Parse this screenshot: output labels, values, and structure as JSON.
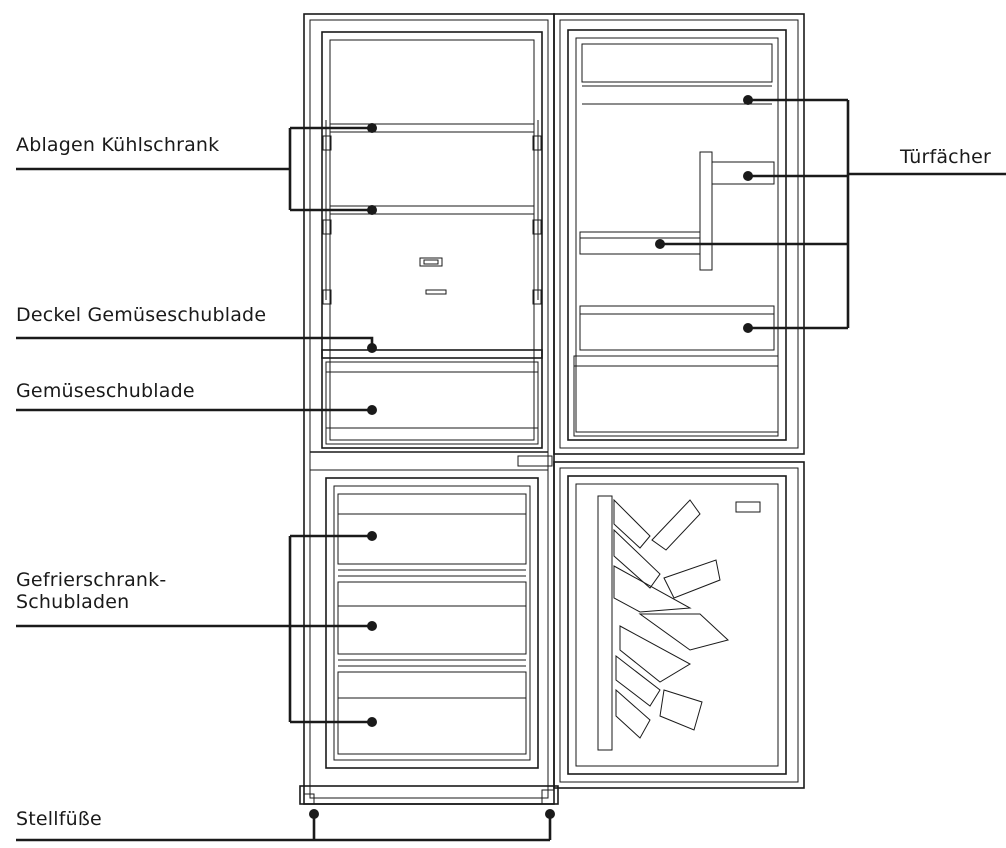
{
  "labels": {
    "fridge_shelves": "Ablagen Kühlschrank",
    "crisper_cover": "Deckel Gemüseschublade",
    "crisper_drawer": "Gemüseschublade",
    "freezer_drawers_line1": "Gefrierschrank-",
    "freezer_drawers_line2": "Schubladen",
    "adjustable_feet": "Stellfüße",
    "door_bins": "Türfächer"
  },
  "colors": {
    "line": "#1a1a1a",
    "background": "#ffffff"
  }
}
